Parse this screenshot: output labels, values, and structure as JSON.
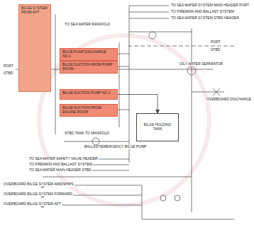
{
  "diagram": {
    "nodes": [
      {
        "text": [
          "BILGE SYSTEM FROM AFT"
        ]
      },
      {
        "text": [
          "BILGE PUMP DISCHARGE NO.1"
        ]
      },
      {
        "text": [
          "BILGE SUCTION FROM PUMP ROOM"
        ]
      },
      {
        "text": [
          "BILGE SUCTION PUMP NO.2"
        ]
      },
      {
        "text": [
          "BILGE SUCTION FROM ENGINE ROOM"
        ]
      },
      {
        "text": [
          "BILGE HOLDING TANK"
        ]
      }
    ],
    "edges": [
      {
        "from": 3,
        "to": 5,
        "arrow": "to"
      }
    ],
    "labels": [
      "TO SEA WATER SYSTEM MAIN HEADER PORT",
      "TO FIREMAIN AND BALLAST SYSTEM",
      "TO SEA WATER SYSTEM STBD HEADER",
      "PORT",
      "STBD",
      "PORT",
      "STBD",
      "OILY WATER SEPARATOR",
      "BALLAST/EMERGENCY BILGE PUMP",
      "TO SEA WATER SAFETY VALVE HEADER",
      "TO FIREMAIN AND BALLAST SYSTEM",
      "TO SEA WATER MAIN HEADER STBD",
      "OVERBOARD BILGE SYSTEM AMIDSHIPS",
      "OVERBOARD BILGE SYSTEM FORWARD",
      "OVERBOARD BILGE SYSTEM AFT",
      "TO SEA WATER MANIFOLD",
      "STBD TANK TO MANIFOLD",
      "OVERBOARD DISCHARGE"
    ]
  }
}
